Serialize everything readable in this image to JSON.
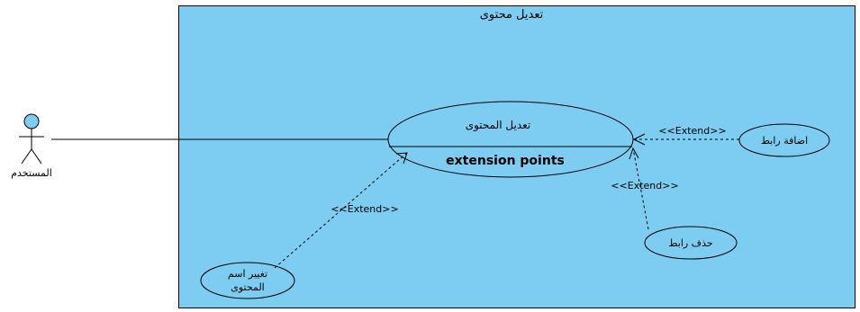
{
  "colors": {
    "system_fill": "#7ccdf1",
    "usecase_fill": "#7ccdf1",
    "actor_head": "#7ccdf1",
    "stroke": "#000000"
  },
  "system": {
    "title": "تعديل محتوى"
  },
  "actor": {
    "name": "المستخدم"
  },
  "main_usecase": {
    "name": "تعديل المحتوى",
    "compartment": "extension points"
  },
  "usecases": {
    "add_link": "اضافة رابط",
    "delete_link": "حذف رابط",
    "rename_line1": "تغيير اسم",
    "rename_line2": "المحتوى"
  },
  "relations": {
    "add_link_label": "<<Extend>>",
    "delete_link_label": "<<Extend>>",
    "rename_label": "<<Extend>>"
  }
}
